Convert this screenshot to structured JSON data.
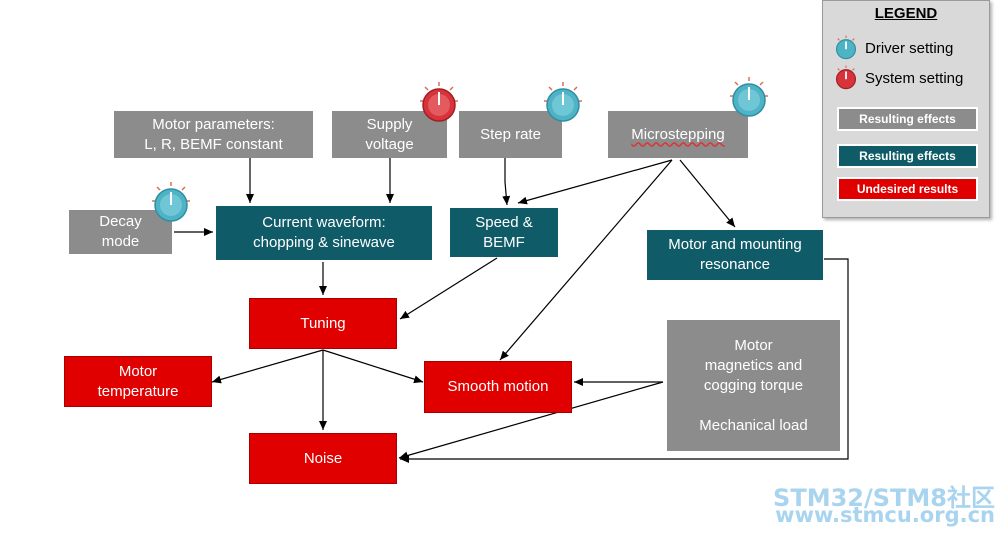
{
  "legend": {
    "title": "LEGEND",
    "driver_setting": "Driver setting",
    "system_setting": "System setting",
    "resulting_gray": "Resulting effects",
    "resulting_teal": "Resulting effects",
    "undesired": "Undesired results"
  },
  "nodes": {
    "motor_parameters": "Motor parameters:\nL, R, BEMF constant",
    "supply_voltage": "Supply\nvoltage",
    "step_rate": "Step rate",
    "microstepping": "Microstepping",
    "decay_mode": "Decay\nmode",
    "current_waveform": "Current waveform:\nchopping & sinewave",
    "speed_bemf": "Speed &\nBEMF",
    "motor_mounting_resonance": "Motor and mounting\nresonance",
    "tuning": "Tuning",
    "motor_temperature": "Motor\ntemperature",
    "smooth_motion": "Smooth motion",
    "noise": "Noise",
    "motor_magnetics": "Motor\nmagnetics and\ncogging torque\n\nMechanical load"
  },
  "colors": {
    "gray": "#8c8c8c",
    "teal": "#0f5b68",
    "red": "#e00000",
    "driver_knob": "#4fb3c6",
    "system_knob": "#d8333a"
  },
  "watermark": {
    "line1": "STM32/STM8社区",
    "line2": "www.stmcu.org.cn"
  }
}
